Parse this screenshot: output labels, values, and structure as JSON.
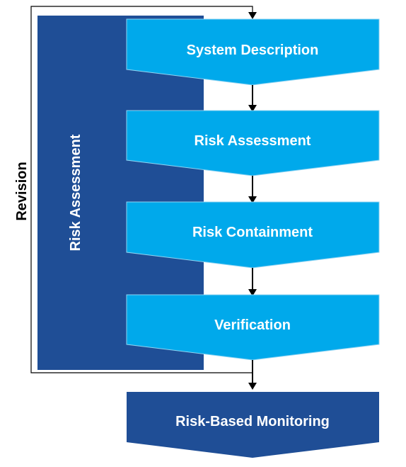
{
  "colors": {
    "dark_blue": "#1f4e96",
    "light_blue": "#00a9eb",
    "border": "#8fd3f2",
    "arrow": "#000000"
  },
  "revision": {
    "label": "Revision"
  },
  "panel": {
    "label": "Risk Assessment"
  },
  "steps": [
    {
      "label": "System Description"
    },
    {
      "label": "Risk Assessment"
    },
    {
      "label": "Risk Containment"
    },
    {
      "label": "Verification"
    }
  ],
  "final_step": {
    "label": "Risk-Based Monitoring"
  }
}
